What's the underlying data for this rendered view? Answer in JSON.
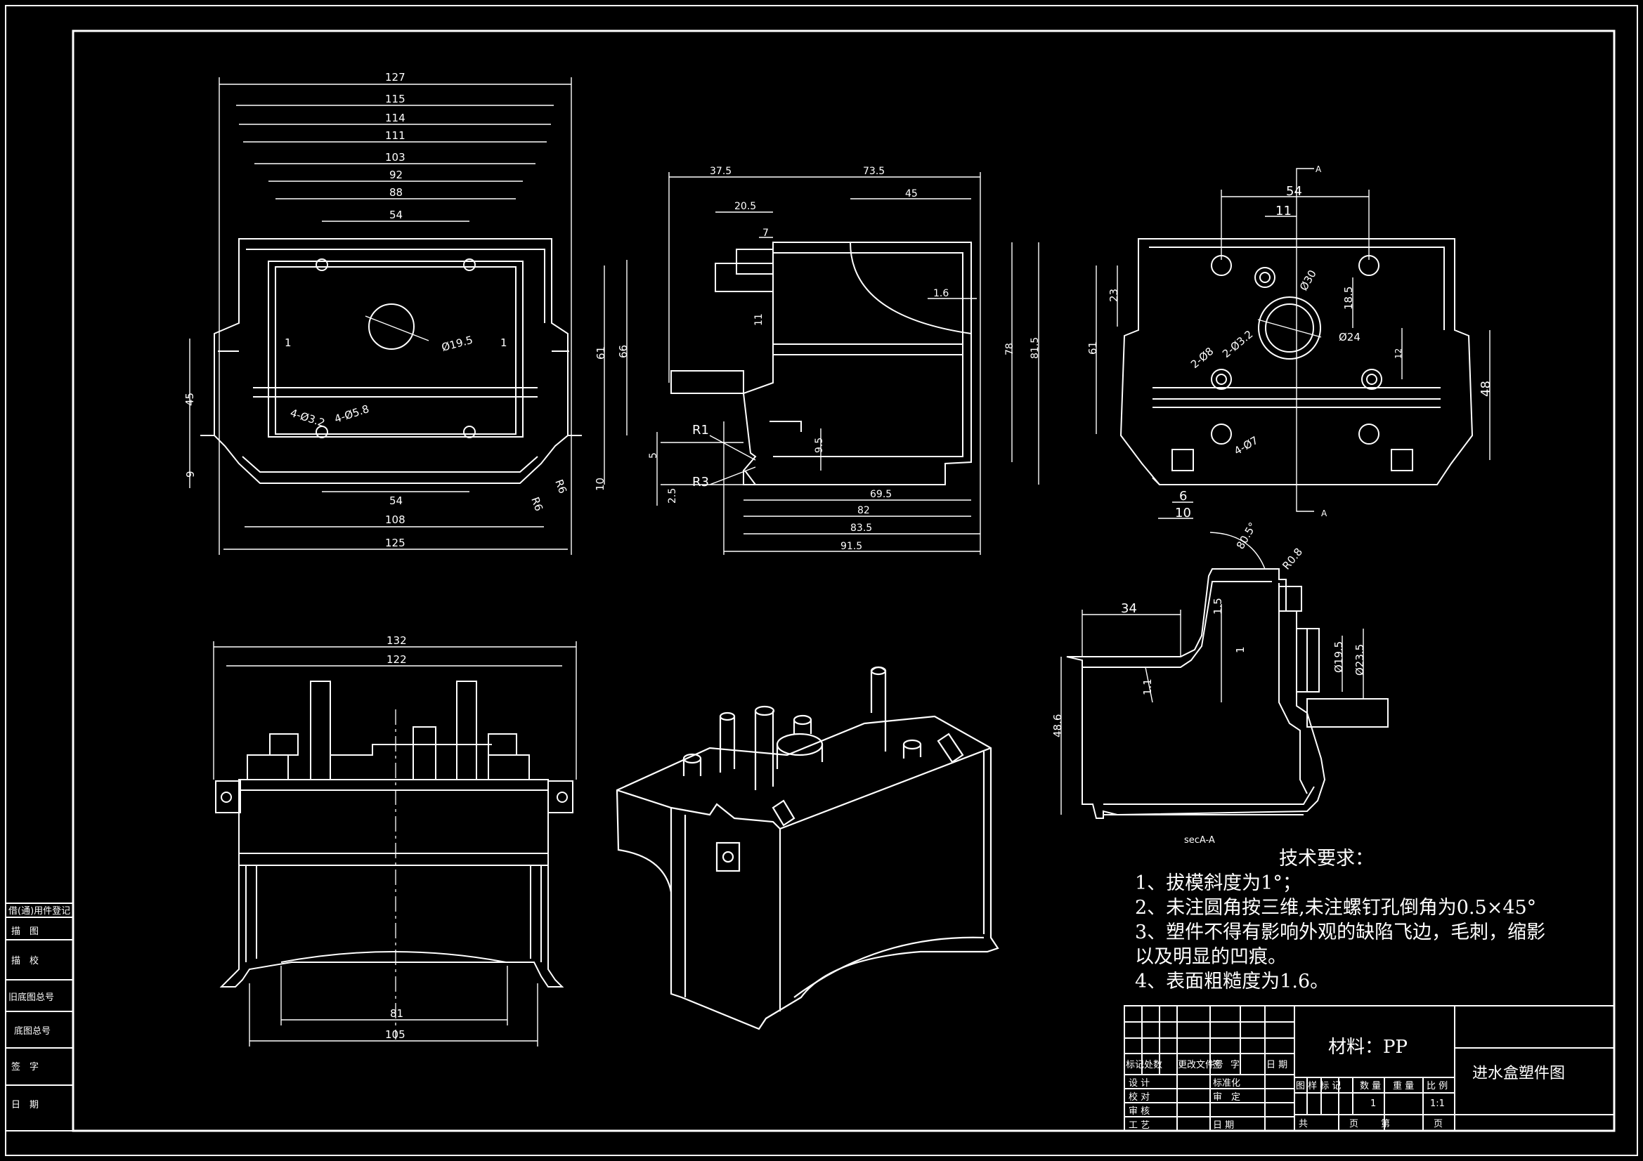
{
  "drawing": {
    "title": "进水盒塑件图",
    "material_label": "材料：PP",
    "section_label": "secA-A",
    "section_marker": "A"
  },
  "tech_requirements": {
    "heading": "技术要求：",
    "items": [
      "1、拔模斜度为1°；",
      "2、未注圆角按三维,未注螺钉孔倒角为0.5×45°",
      "3、塑件不得有影响外观的缺陷飞边，毛刺，缩影",
      "以及明显的凹痕。",
      "4、表面粗糙度为1.6。"
    ]
  },
  "left_panel": {
    "rows": [
      "借(通)用件登记",
      "描　图",
      "描　校",
      "旧底图总号",
      "底图总号",
      "签　字",
      "日　期"
    ]
  },
  "title_block": {
    "rev_headers": [
      "标记",
      "处数",
      "更改文件号",
      "签　字",
      "日 期"
    ],
    "sign_rows": [
      "设 计",
      "校 对",
      "审 核",
      "工 艺"
    ],
    "sign_rows2": [
      "标准化",
      "审　定",
      "",
      "日 期"
    ],
    "stage_headers": [
      "图 样 标 记",
      "数 量",
      "重 量",
      "比 例"
    ],
    "quantity": "1",
    "scale": "1:1",
    "sheet_footer": [
      "共",
      "页",
      "第",
      "页"
    ]
  },
  "dims": {
    "front": {
      "top": [
        "127",
        "115",
        "114",
        "111",
        "103",
        "92",
        "88",
        "54"
      ],
      "bottom": [
        "54",
        "108",
        "125"
      ],
      "left": [
        "45",
        "9"
      ],
      "right": [
        "61",
        "66",
        "10"
      ],
      "notes": [
        "Ø19.5",
        "R6",
        "R6",
        "4-Ø3.2",
        "4-Ø5.8",
        "1",
        "1"
      ]
    },
    "side": {
      "top": [
        "37.5",
        "73.5",
        "20.5",
        "45",
        "7",
        "1.6"
      ],
      "bottom": [
        "69.5",
        "82",
        "83.5",
        "91.5"
      ],
      "left": [
        "5",
        "2.5",
        "R1",
        "R3"
      ],
      "right": [
        "78",
        "81.5",
        "9.5",
        "11"
      ]
    },
    "top_view": {
      "top": [
        "54",
        "11"
      ],
      "left": [
        "23",
        "61"
      ],
      "right": [
        "48",
        "12",
        "18.5"
      ],
      "bottom": [
        "6",
        "10"
      ],
      "notes": [
        "Ø30",
        "Ø24",
        "2-Ø3.2",
        "2-Ø8",
        "4-Ø7"
      ]
    },
    "rear": {
      "top": [
        "132",
        "122"
      ],
      "bottom": [
        "81",
        "105"
      ]
    },
    "section": {
      "values": [
        "34",
        "48.6",
        "1.5",
        "Ø19.5",
        "Ø23.5",
        "1.1",
        "1",
        "R0.8",
        "80.5°"
      ]
    }
  }
}
